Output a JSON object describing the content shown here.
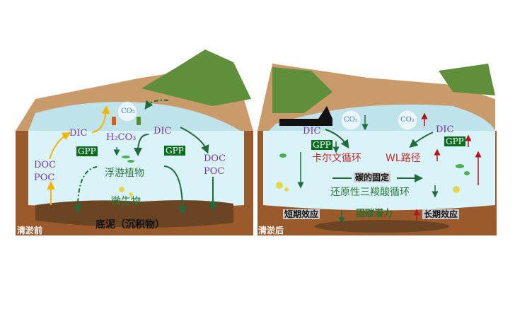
{
  "before": {
    "label": "清淤前",
    "sediment": "底泥（沉积物）",
    "dic_left": "DIC",
    "dic_right": "DIC",
    "h2co3": "H₂CO₃",
    "co2": "CO₂",
    "gpp_left": "GPP",
    "gpp_right": "GPP",
    "doc_left": "DOC",
    "poc_left": "POC",
    "doc_right": "DOC",
    "poc_right": "POC",
    "phytoplankton": "浮游植物",
    "microbes": "微生物"
  },
  "after": {
    "label": "清淤后",
    "dic_left": "DIC",
    "dic_right": "DIC",
    "co2_left": "CO₂",
    "co2_right": "CO₂",
    "gpp_left": "GPP",
    "gpp_right": "GPP",
    "calvin": "卡尔文循环",
    "wl": "WL路径",
    "fixation": "碳的固定",
    "rtca": "还原性三羧酸循环",
    "short_term": "短期效应",
    "potential": "固碳潜力",
    "long_term": "长期效应"
  },
  "colors": {
    "soil": "#9a5a2c",
    "water": "#d4f0f6",
    "sediment": "#6b4423",
    "arrow_green": "#1f6b3a",
    "arrow_red": "#b8141a",
    "arrow_yellow": "#f4b400"
  }
}
